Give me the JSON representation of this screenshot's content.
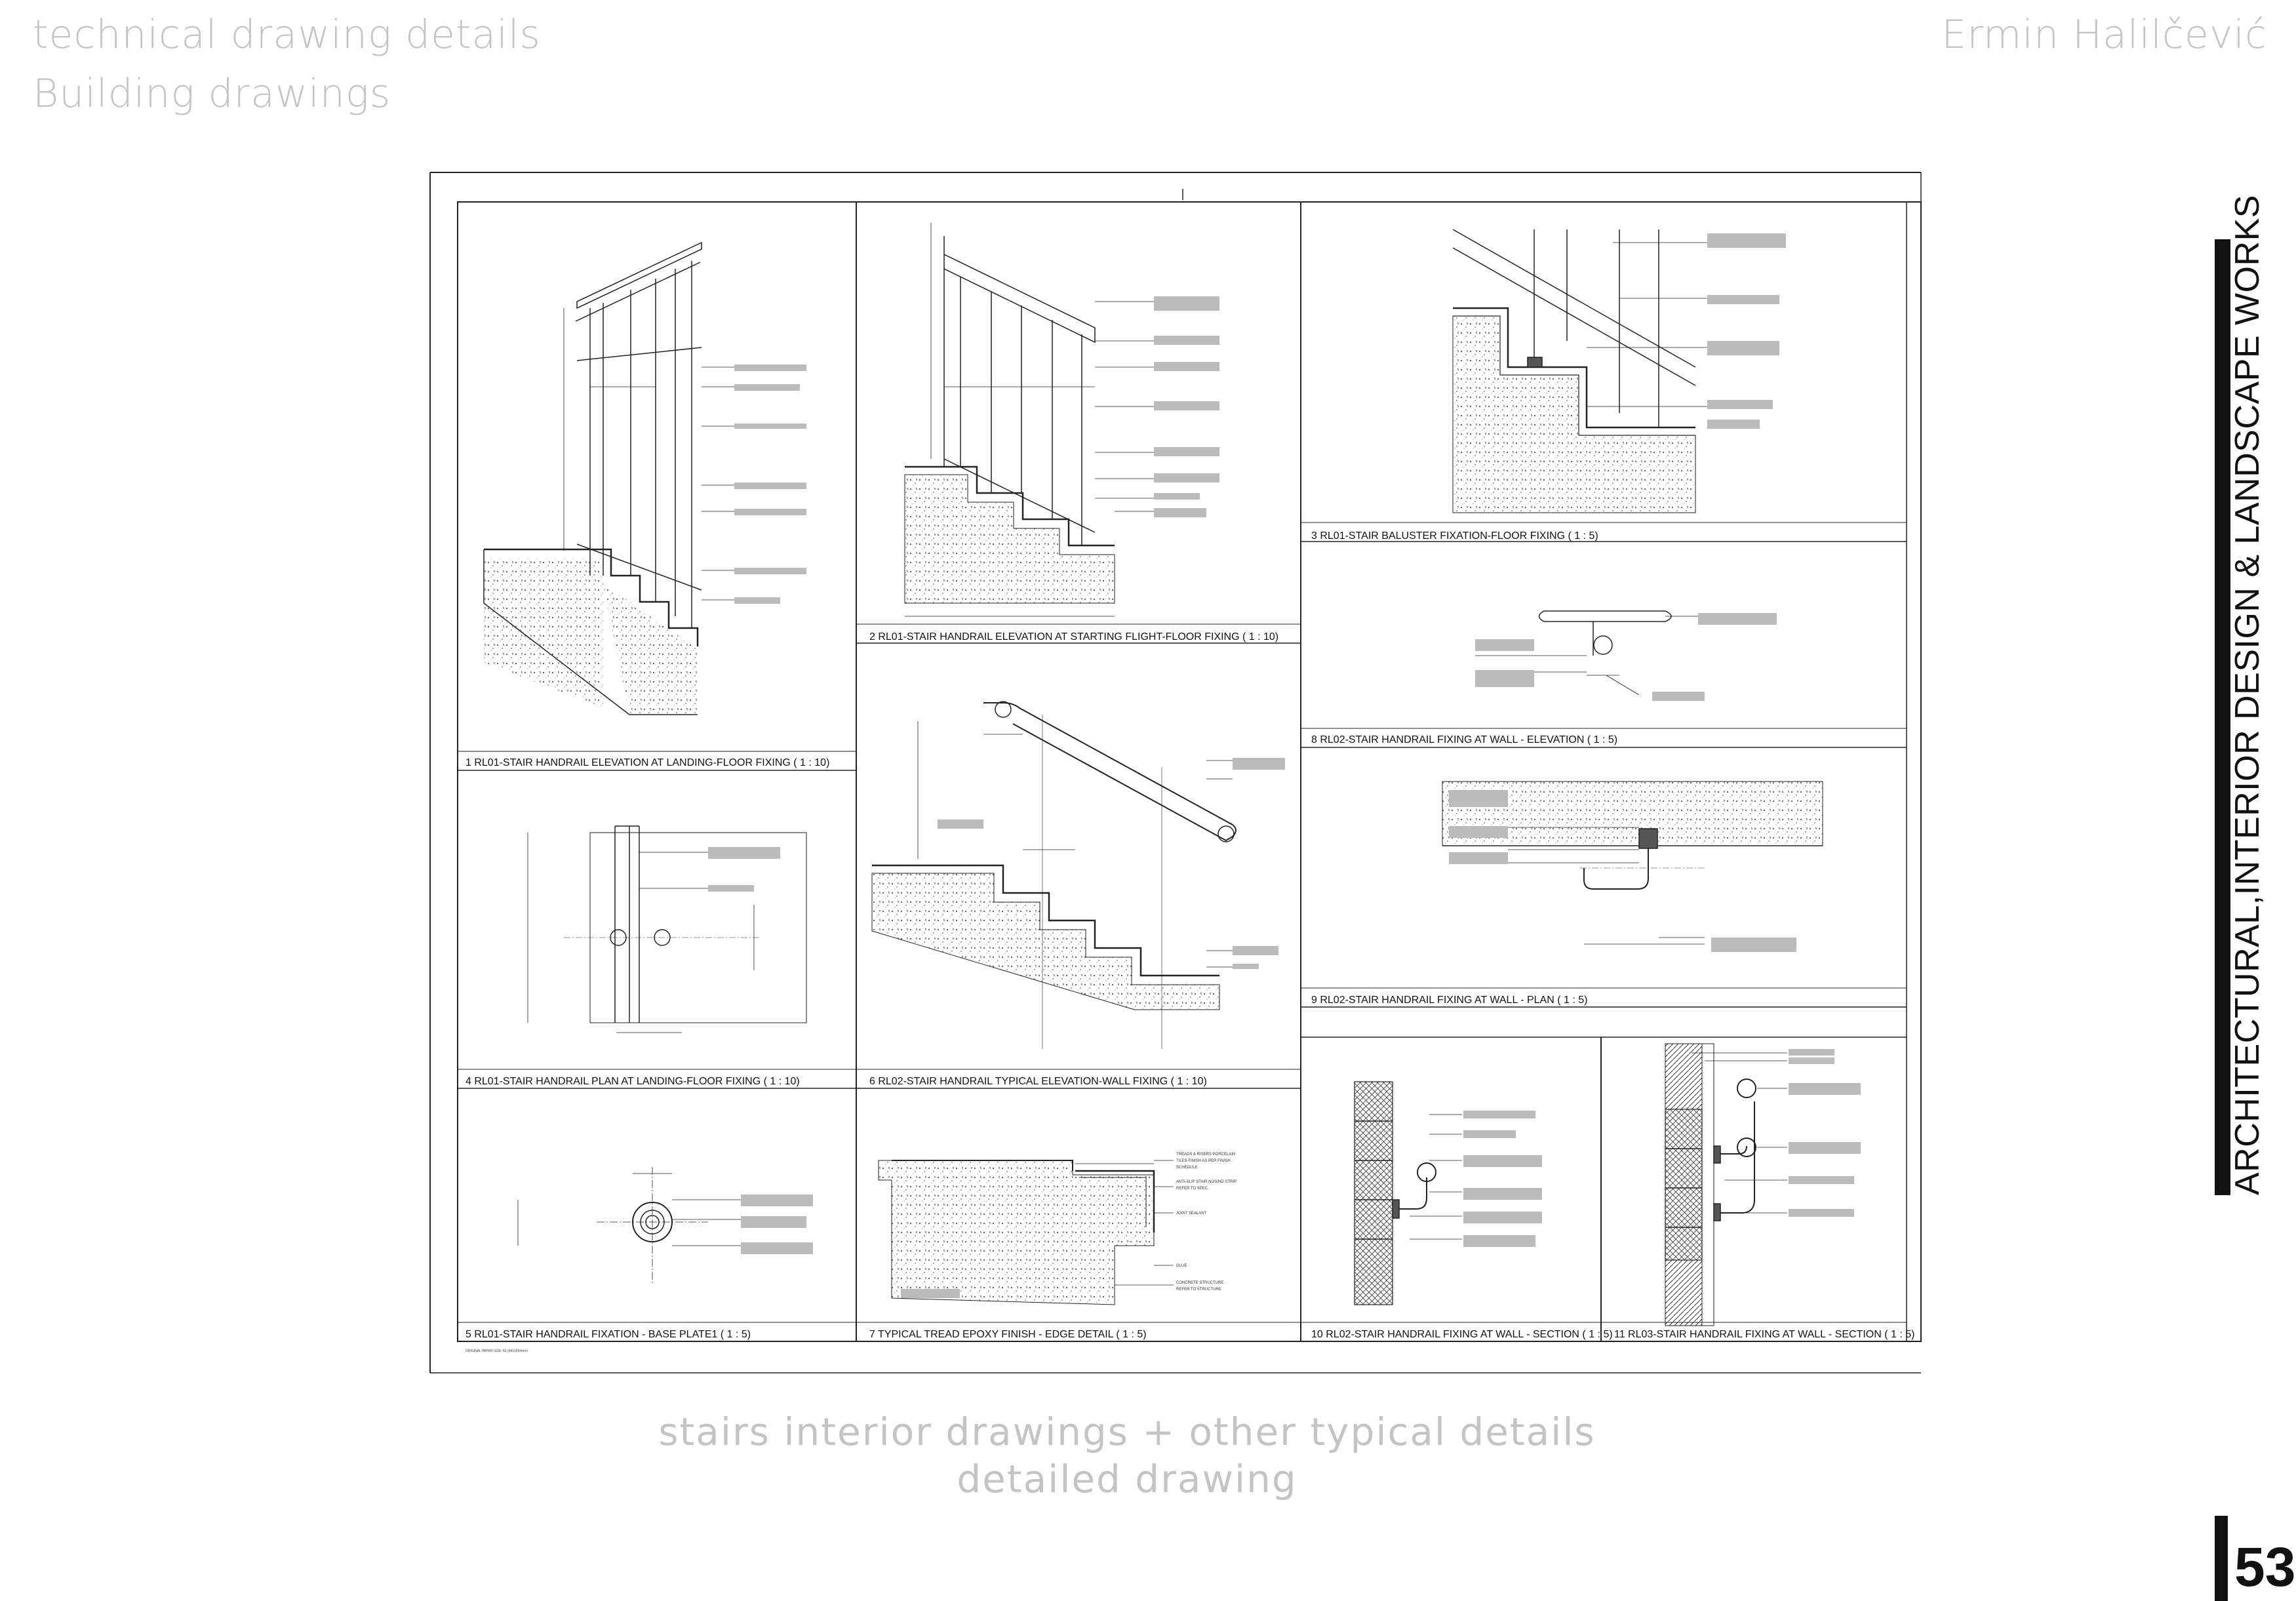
{
  "header": {
    "line1": "technical drawing details",
    "line2": "Building drawings",
    "author": "Ermin Halilčević"
  },
  "sidebar": {
    "vertical_title": "ARCHITECTURAL,INTERIOR DESIGN & LANDSCAPE WORKS"
  },
  "caption": {
    "line1": "stairs interior drawings + other typical details",
    "line2": "detailed drawing"
  },
  "page_number": "53",
  "drawing_sheet": {
    "details": [
      {
        "id": "1",
        "title": "1    RL01-STAIR HANDRAIL ELEVATION AT LANDING-FLOOR FIXING    ( 1 : 10)"
      },
      {
        "id": "2",
        "title": "2    RL01-STAIR HANDRAIL ELEVATION AT STARTING FLIGHT-FLOOR FIXING    ( 1 : 10)"
      },
      {
        "id": "3",
        "title": "3    RL01-STAIR BALUSTER FIXATION-FLOOR FIXING    ( 1 : 5)"
      },
      {
        "id": "4",
        "title": "4    RL01-STAIR HANDRAIL PLAN AT LANDING-FLOOR FIXING    ( 1 : 10)"
      },
      {
        "id": "5",
        "title": "5    RL01-STAIR HANDRAIL FIXATION - BASE PLATE1    ( 1 : 5)"
      },
      {
        "id": "6",
        "title": "6    RL02-STAIR HANDRAIL TYPICAL ELEVATION-WALL FIXING    ( 1 : 10)"
      },
      {
        "id": "7",
        "title": "7    TYPICAL TREAD EPOXY FINISH - EDGE DETAIL    ( 1 : 5)"
      },
      {
        "id": "8",
        "title": "8    RL02-STAIR HANDRAIL FIXING AT WALL - ELEVATION    ( 1 : 5)"
      },
      {
        "id": "9",
        "title": "9    RL02-STAIR HANDRAIL FIXING AT WALL - PLAN    ( 1 : 5)"
      },
      {
        "id": "10",
        "title": "10    RL02-STAIR HANDRAIL FIXING AT WALL - SECTION    ( 1 : 5)"
      },
      {
        "id": "11",
        "title": "11    RL03-STAIR HANDRAIL FIXING AT WALL - SECTION    ( 1 : 5)"
      }
    ],
    "legible_notes": [
      "TREADS & RISERS PORCELAIN TILES FINISH AS PER FINISH SCHEDULE",
      "ANTI-SLIP STAIR NOSING STRIP REFER TO SPEC.",
      "JOINT SEALANT",
      "GLUE",
      "CONCRETE STRUCTURE REFER TO STRUCTURE"
    ],
    "footnote": "ORIGINAL PAPER SIZE: A1 (841x594mm)"
  }
}
